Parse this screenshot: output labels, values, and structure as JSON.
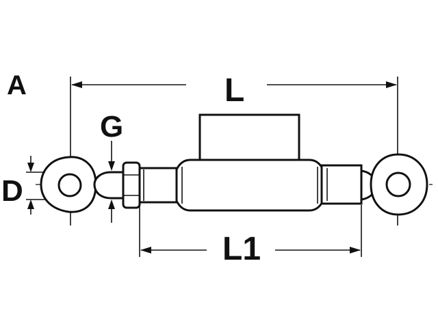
{
  "labels": {
    "view": "A",
    "overall_length": "L",
    "body_length": "L1",
    "thread": "G",
    "eye_diameter": "D"
  },
  "colors": {
    "ink": "#111111",
    "paper": "#ffffff"
  }
}
